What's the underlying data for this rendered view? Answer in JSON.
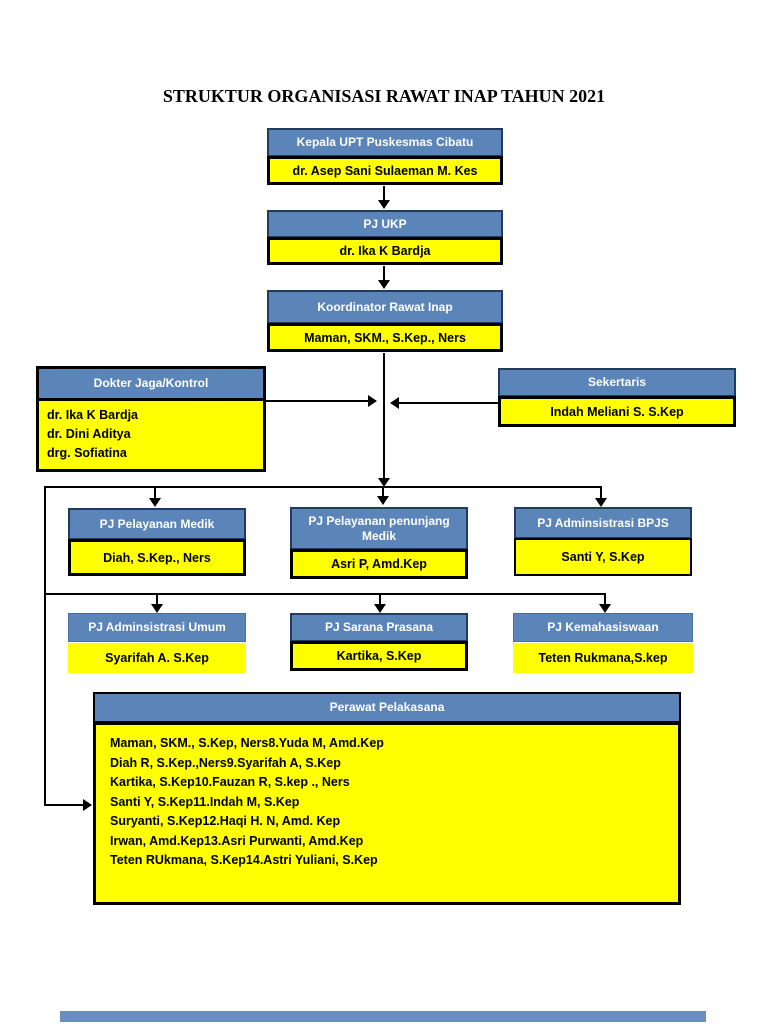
{
  "page_title": "STRUKTUR ORGANISASI RAWAT INAP TAHUN 2021",
  "colors": {
    "header_blue": "#5b84b8",
    "box_yellow": "#ffff00",
    "connector_black": "#000000",
    "next_page_blue": "#6b8ebf"
  },
  "boxes": {
    "kepala": {
      "title": "Kepala UPT Puskesmas Cibatu",
      "name": "dr. Asep Sani Sulaeman M. Kes"
    },
    "pj_ukp": {
      "title": "PJ UKP",
      "name": "dr. Ika K Bardja"
    },
    "koordinator": {
      "title": "Koordinator Rawat Inap",
      "name": "Maman, SKM., S.Kep., Ners"
    },
    "dokter_jaga": {
      "title": "Dokter Jaga/Kontrol",
      "members": [
        "dr. Ika K Bardja",
        "dr. Dini Aditya",
        "drg. Sofiatina"
      ]
    },
    "sekertaris": {
      "title": "Sekertaris",
      "name": "Indah Meliani S. S.Kep"
    },
    "pelayanan_medik": {
      "title": "PJ Pelayanan Medik",
      "name": "Diah, S.Kep., Ners"
    },
    "penunjang_medik": {
      "title": "PJ Pelayanan penunjang Medik",
      "name": "Asri P, Amd.Kep"
    },
    "adminsistrasi_bpjs": {
      "title": "PJ Adminsistrasi BPJS",
      "name": "Santi Y, S.Kep"
    },
    "adminsistrasi_umum": {
      "title": "PJ Adminsistrasi Umum",
      "name": "Syarifah A. S.Kep"
    },
    "sarana_prasana": {
      "title": "PJ Sarana Prasana",
      "name": "Kartika, S.Kep"
    },
    "kemahasiswaan": {
      "title": "PJ Kemahasiswaan",
      "name": "Teten Rukmana,S.kep"
    },
    "perawat": {
      "title": "Perawat Pelakasana",
      "members": [
        "Maman, SKM., S.Kep, Ners8.Yuda M, Amd.Kep",
        "Diah R, S.Kep.,Ners9.Syarifah A, S.Kep",
        "Kartika, S.Kep10.Fauzan R, S.kep ., Ners",
        "Santi Y, S.Kep11.Indah M, S.Kep",
        "Suryanti, S.Kep12.Haqi H. N, Amd. Kep",
        "Irwan, Amd.Kep13.Asri Purwanti, Amd.Kep",
        "Teten RUkmana, S.Kep14.Astri Yuliani, S.Kep"
      ]
    }
  }
}
